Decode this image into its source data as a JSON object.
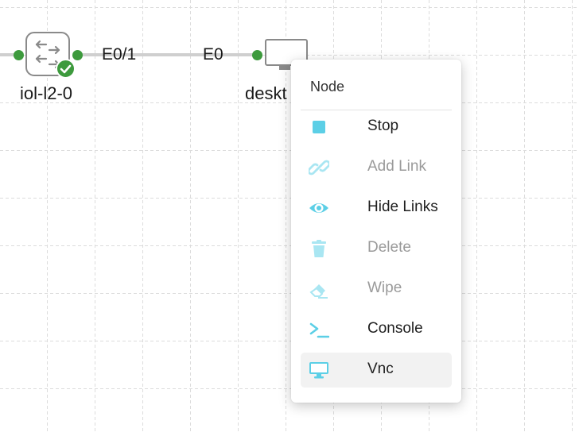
{
  "topology": {
    "switch_node": {
      "name": "iol-l2-0",
      "status_icon": "check-icon"
    },
    "desktop_node": {
      "name_visible": "deskt"
    },
    "link": {
      "port_a": "E0/1",
      "port_b": "E0"
    }
  },
  "context_menu": {
    "header": "Node",
    "items": [
      {
        "label": "Stop",
        "icon": "stop-icon",
        "enabled": true
      },
      {
        "label": "Add Link",
        "icon": "link-icon",
        "enabled": false
      },
      {
        "label": "Hide Links",
        "icon": "eye-icon",
        "enabled": true
      },
      {
        "label": "Delete",
        "icon": "trash-icon",
        "enabled": false
      },
      {
        "label": "Wipe",
        "icon": "eraser-icon",
        "enabled": false
      },
      {
        "label": "Console",
        "icon": "terminal-icon",
        "enabled": true
      },
      {
        "label": "Vnc",
        "icon": "monitor-icon",
        "enabled": true,
        "hovered": true
      }
    ]
  },
  "colors": {
    "accent": "#5ccfe6",
    "accent_disabled": "#a9e6f2",
    "status_green": "#3d9a3d",
    "link_gray": "#cfcfcf"
  }
}
